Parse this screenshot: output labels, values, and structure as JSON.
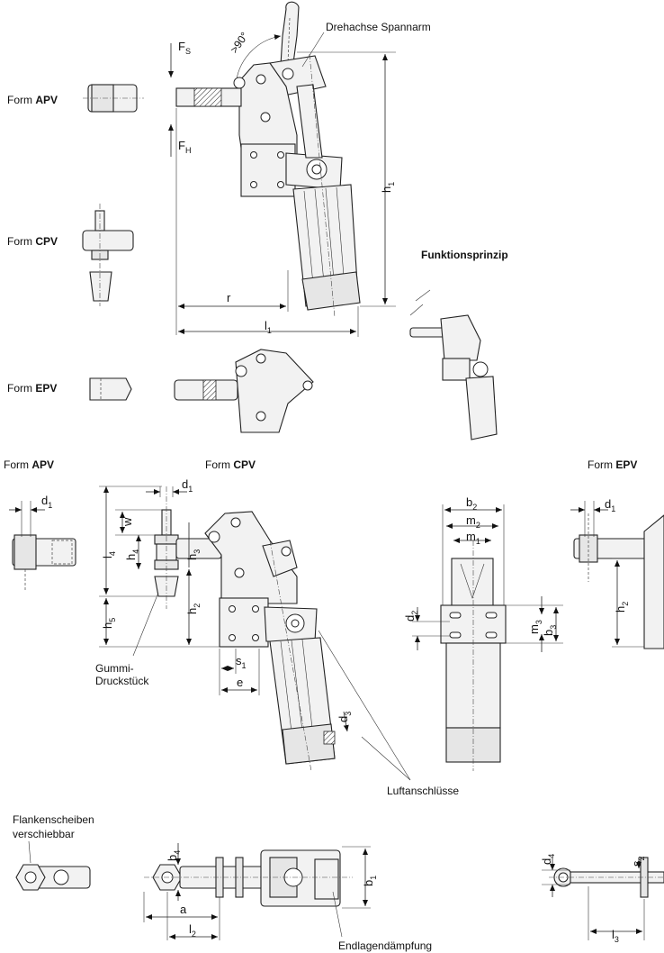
{
  "labels": {
    "pivot_axis": "Drehachse Spannarm",
    "angle": ">90°",
    "function_principle": "Funktionsprinzip",
    "rubber_pad": [
      "Gummi-",
      "Druckstück"
    ],
    "air_ports": "Luftanschlüsse",
    "side_washers": [
      "Flankenscheiben",
      "verschiebbar"
    ],
    "end_damping": "Endlagendämpfung"
  },
  "forms": {
    "apv": {
      "prefix": "Form ",
      "code": "APV"
    },
    "cpv": {
      "prefix": "Form ",
      "code": "CPV"
    },
    "epv": {
      "prefix": "Form ",
      "code": "EPV"
    }
  },
  "forces": {
    "fs": {
      "main": "F",
      "sub": "S"
    },
    "fh": {
      "main": "F",
      "sub": "H"
    }
  },
  "dimensions": {
    "h1": {
      "main": "h",
      "sub": "1"
    },
    "h2": {
      "main": "h",
      "sub": "2"
    },
    "h3": {
      "main": "h",
      "sub": "3"
    },
    "h4": {
      "main": "h",
      "sub": "4"
    },
    "h5": {
      "main": "h",
      "sub": "5"
    },
    "l1": {
      "main": "l",
      "sub": "1"
    },
    "l2": {
      "main": "l",
      "sub": "2"
    },
    "l3": {
      "main": "l",
      "sub": "3"
    },
    "l4": {
      "main": "l",
      "sub": "4"
    },
    "r": "r",
    "d1": {
      "main": "d",
      "sub": "1"
    },
    "d2": {
      "main": "d",
      "sub": "2"
    },
    "d3": {
      "main": "d",
      "sub": "3"
    },
    "d4": {
      "main": "d",
      "sub": "4"
    },
    "w": "w",
    "e": "e",
    "a": "a",
    "s1": {
      "main": "s",
      "sub": "1"
    },
    "s2": {
      "main": "s",
      "sub": "2"
    },
    "b1": {
      "main": "b",
      "sub": "1"
    },
    "b2": {
      "main": "b",
      "sub": "2"
    },
    "b3": {
      "main": "b",
      "sub": "3"
    },
    "b4": {
      "main": "b",
      "sub": "4"
    },
    "m1": {
      "main": "m",
      "sub": "1"
    },
    "m2": {
      "main": "m",
      "sub": "2"
    },
    "m3": {
      "main": "m",
      "sub": "3"
    }
  }
}
